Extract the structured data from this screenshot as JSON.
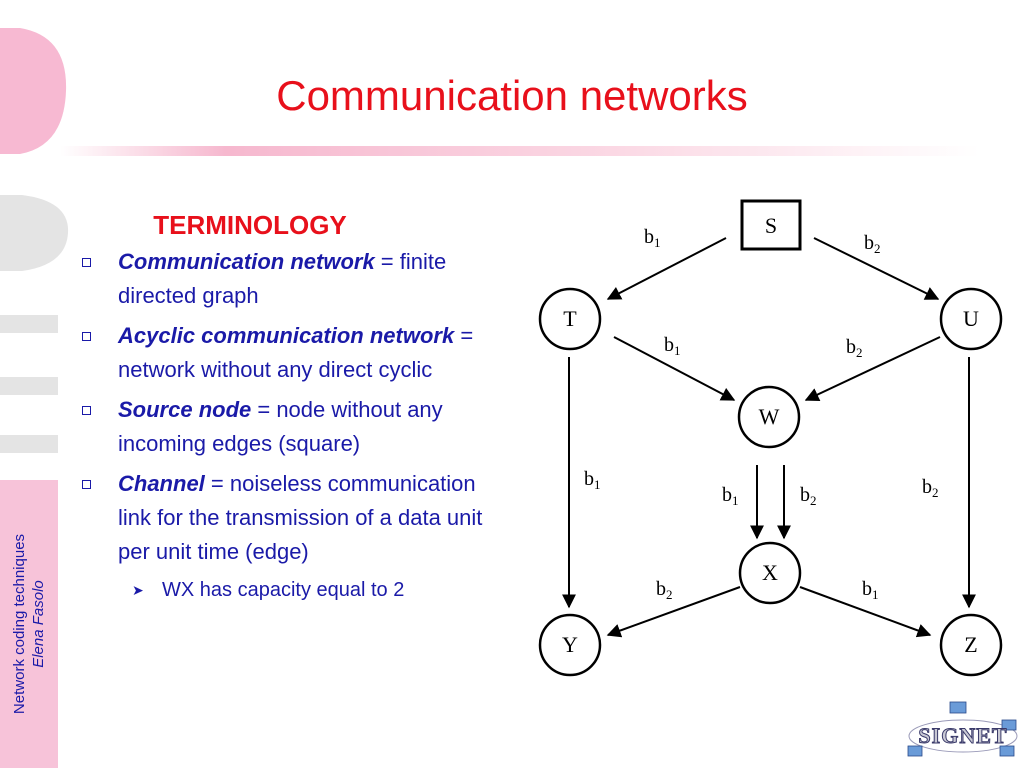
{
  "title": "Communication networks",
  "sidebar": {
    "course": "Network coding techniques",
    "author": "Elena Fasolo"
  },
  "content": {
    "heading": "TERMINOLOGY",
    "bullets": [
      {
        "term": "Communication network",
        "rest": " = finite directed graph"
      },
      {
        "term": "Acyclic communication network",
        "rest": " = network without any direct cyclic"
      },
      {
        "term": "Source node",
        "rest": " = node without any incoming edges (square)"
      },
      {
        "term": "Channel",
        "rest": " = noiseless communication link for the transmission of a data unit per unit time  (edge)"
      }
    ],
    "sub_bullet": "WX has capacity equal to 2"
  },
  "diagram": {
    "nodes": [
      "S",
      "T",
      "U",
      "W",
      "X",
      "Y",
      "Z"
    ],
    "edges": [
      {
        "from": "S",
        "to": "T",
        "label": "b",
        "sub": "1"
      },
      {
        "from": "S",
        "to": "U",
        "label": "b",
        "sub": "2"
      },
      {
        "from": "T",
        "to": "W",
        "label": "b",
        "sub": "1"
      },
      {
        "from": "U",
        "to": "W",
        "label": "b",
        "sub": "2"
      },
      {
        "from": "T",
        "to": "Y",
        "label": "b",
        "sub": "1"
      },
      {
        "from": "U",
        "to": "Z",
        "label": "b",
        "sub": "2"
      },
      {
        "from": "W",
        "to": "X",
        "label": "b",
        "sub": "1"
      },
      {
        "from": "W",
        "to": "X",
        "label": "b",
        "sub": "2"
      },
      {
        "from": "X",
        "to": "Y",
        "label": "b",
        "sub": "2"
      },
      {
        "from": "X",
        "to": "Z",
        "label": "b",
        "sub": "1"
      }
    ]
  },
  "logo": {
    "text": "SIGNET"
  },
  "colors": {
    "title": "#e8101b",
    "text": "#1a1aa8",
    "side_band": "#f7c3d9"
  }
}
